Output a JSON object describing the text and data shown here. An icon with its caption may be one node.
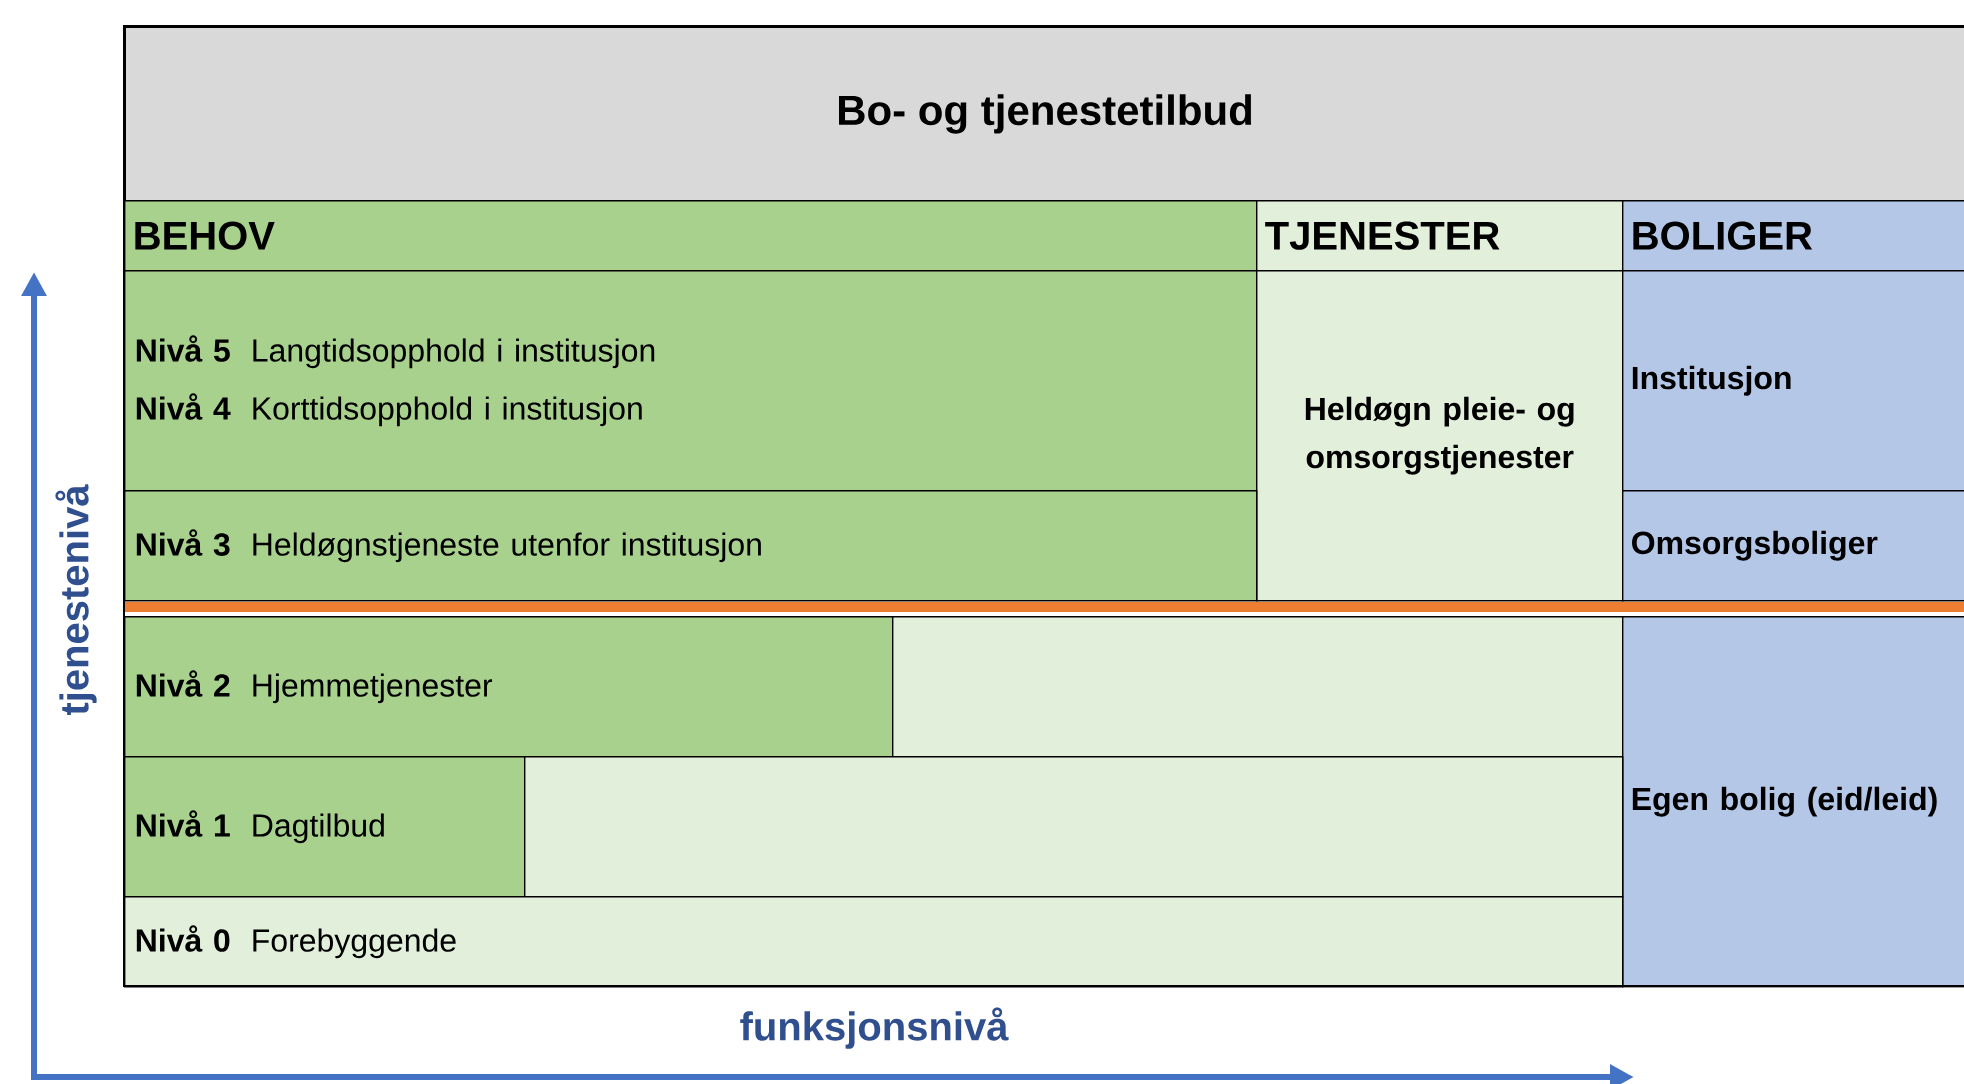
{
  "diagram": {
    "title": "Bo- og tjenestetilbud",
    "nodes": [
      {
        "text": [
          "BEHOV"
        ]
      },
      {
        "text": [
          "TJENESTER"
        ]
      },
      {
        "text": [
          "BOLIGER"
        ]
      },
      {
        "text": [
          "Nivå 5",
          "Langtidsopphold i institusjon",
          "Nivå 4",
          "Korttidsopphold i institusjon"
        ]
      },
      {
        "text": [
          "Heldøgn pleie- og omsorgstjenester"
        ]
      },
      {
        "text": [
          "Institusjon"
        ]
      },
      {
        "text": [
          "Nivå 3",
          "Heldøgnstjeneste utenfor institusjon"
        ]
      },
      {
        "text": [
          "Omsorgsboliger"
        ]
      },
      {
        "text": [
          "Nivå 2",
          "Hjemmetjenester"
        ]
      },
      {
        "text": [],
        "shape": "box"
      },
      {
        "text": [
          "Egen bolig (eid/leid)"
        ]
      },
      {
        "text": [
          "Nivå 1",
          "Dagtilbud"
        ]
      },
      {
        "text": [],
        "shape": "box"
      },
      {
        "text": [
          "Nivå 0",
          "Forebyggende"
        ]
      }
    ],
    "labels": [
      "tjenestenivå",
      "funksjonsnivå"
    ]
  }
}
